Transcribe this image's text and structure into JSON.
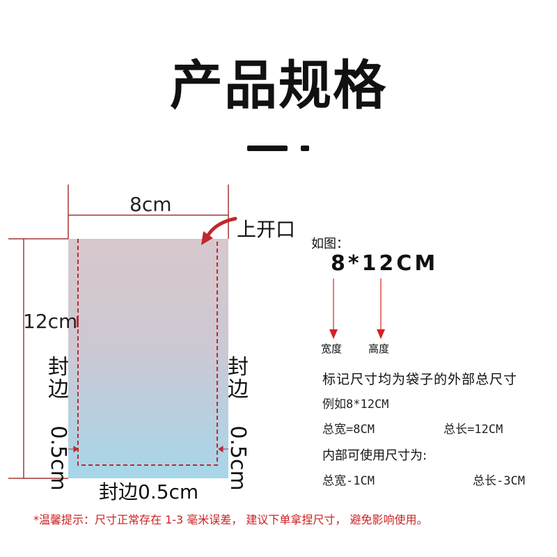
{
  "heading": {
    "title": "产品规格"
  },
  "diagram": {
    "width_label": "8cm",
    "height_label": "12cm",
    "top_opening": "上开口",
    "seal_left_cjk": "封边",
    "seal_left_value": "0.5cm",
    "seal_right_cjk": "封边",
    "seal_right_value": "0.5cm",
    "seal_bottom": "封边0.5cm",
    "colors": {
      "bag_top": "#d7c8cd",
      "bag_bottom": "#a6d6ea",
      "dimension_line": "#a33636",
      "dashed_line": "#c0282d"
    }
  },
  "example": {
    "label": "如图：",
    "size": "8*12CM",
    "width_label": "宽度",
    "height_label": "高度",
    "arrow_color": "#d22222"
  },
  "notes": {
    "line1": "标记尺寸均为袋子的外部总尺寸",
    "line2": "例如8*12CM",
    "line3_left": "总宽=8CM",
    "line3_right": "总长=12CM",
    "line4": "内部可使用尺寸为:",
    "line5_left": "总宽-1CM",
    "line5_right": "总长-3CM"
  },
  "footer": {
    "warning": "*温馨提示：尺寸正常存在 1-3 毫米误差， 建议下单拿捏尺寸， 避免影响使用。"
  }
}
